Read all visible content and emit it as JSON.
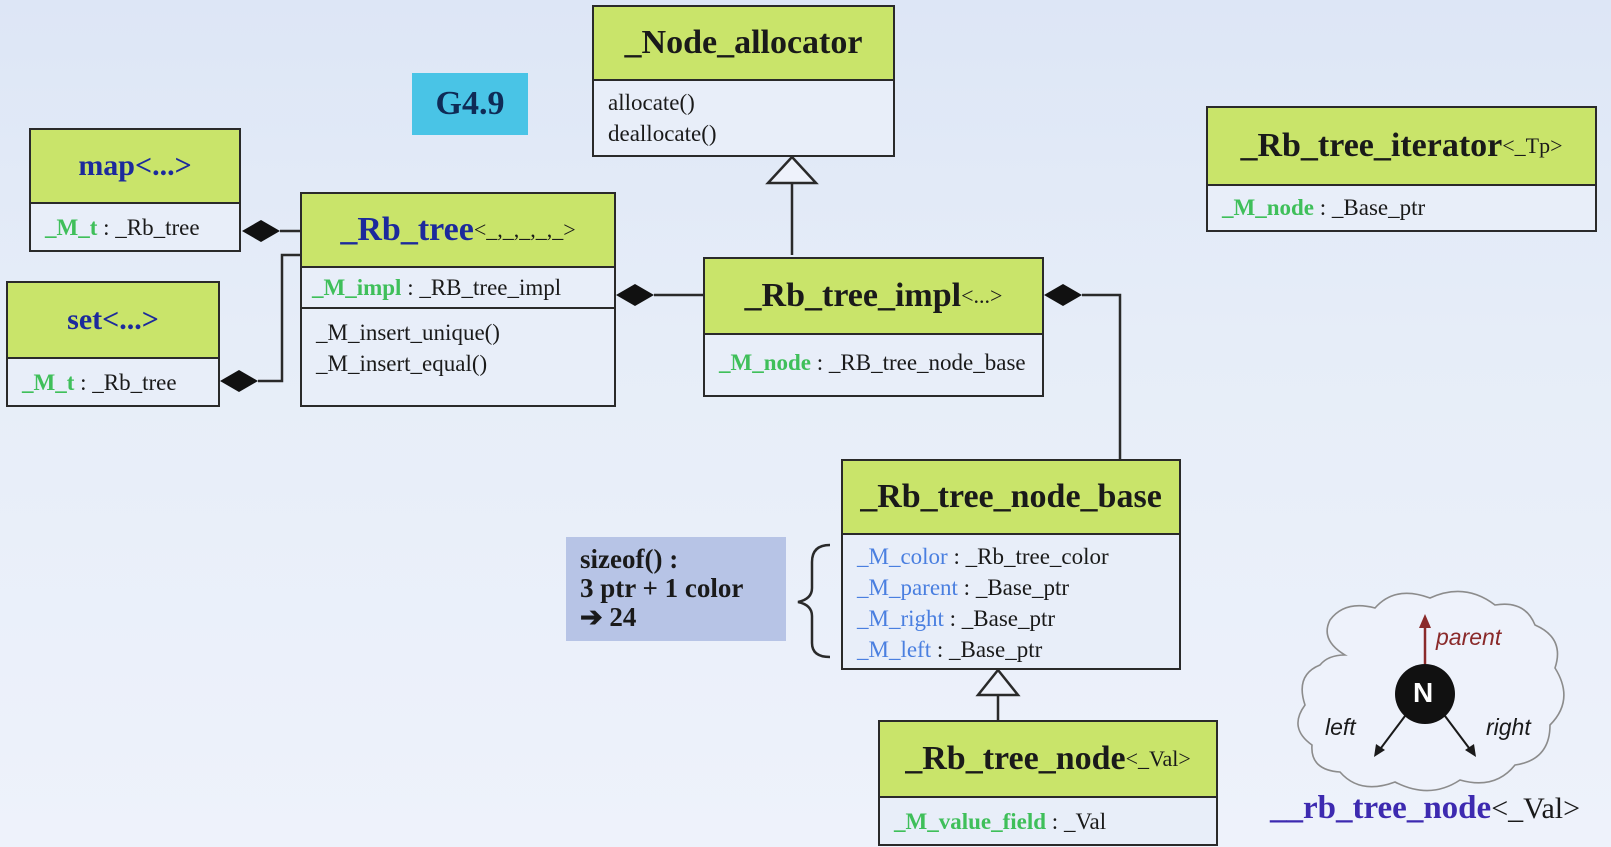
{
  "badge": "G4.9",
  "node_allocator": {
    "name": "_Node_allocator",
    "methods": [
      "allocate()",
      "deallocate()"
    ]
  },
  "map": {
    "name": "map<...>",
    "field": "_M_t",
    "sep": " : ",
    "type": "_Rb_tree"
  },
  "set": {
    "name": "set<...>",
    "field": "_M_t",
    "sep": " : ",
    "type": "_Rb_tree"
  },
  "rb_tree": {
    "name": "_Rb_tree",
    "tparams": "<_,_,_,_,_>",
    "field": "_M_impl",
    "sep": " : ",
    "type": "_RB_tree_impl",
    "methods": [
      "_M_insert_unique()",
      "_M_insert_equal()"
    ]
  },
  "rb_tree_impl": {
    "name": "_Rb_tree_impl",
    "tparams": "<...>",
    "field": "_M_node",
    "sep": " : ",
    "type": "_RB_tree_node_base"
  },
  "rb_tree_iterator": {
    "name": "_Rb_tree_iterator",
    "tparams": "<_Tp>",
    "field": "_M_node",
    "sep": " : ",
    "type": "_Base_ptr"
  },
  "node_base": {
    "name": "_Rb_tree_node_base",
    "fields": [
      {
        "name": "_M_color",
        "type": "_Rb_tree_color"
      },
      {
        "name": "_M_parent",
        "type": "_Base_ptr"
      },
      {
        "name": "_M_right",
        "type": "_Base_ptr"
      },
      {
        "name": "_M_left",
        "type": "_Base_ptr"
      }
    ],
    "sep": " : "
  },
  "node": {
    "name": "_Rb_tree_node",
    "tparams": "<_Val>",
    "field": "_M_value_field",
    "sep": " : ",
    "type": "_Val"
  },
  "sizeof_note": {
    "line1": "sizeof() :",
    "line2": "3 ptr + 1 color",
    "line3": "➔ 24"
  },
  "tree_figure": {
    "node_label": "N",
    "parent": "parent",
    "left": "left",
    "right": "right",
    "caption_name": "__rb_tree_node",
    "caption_tparams": "<_Val>"
  },
  "colors": {
    "header": "#c9e46a",
    "field_green": "#3fbf5a",
    "field_blue": "#4a7fe0",
    "badge": "#49c4e6"
  }
}
